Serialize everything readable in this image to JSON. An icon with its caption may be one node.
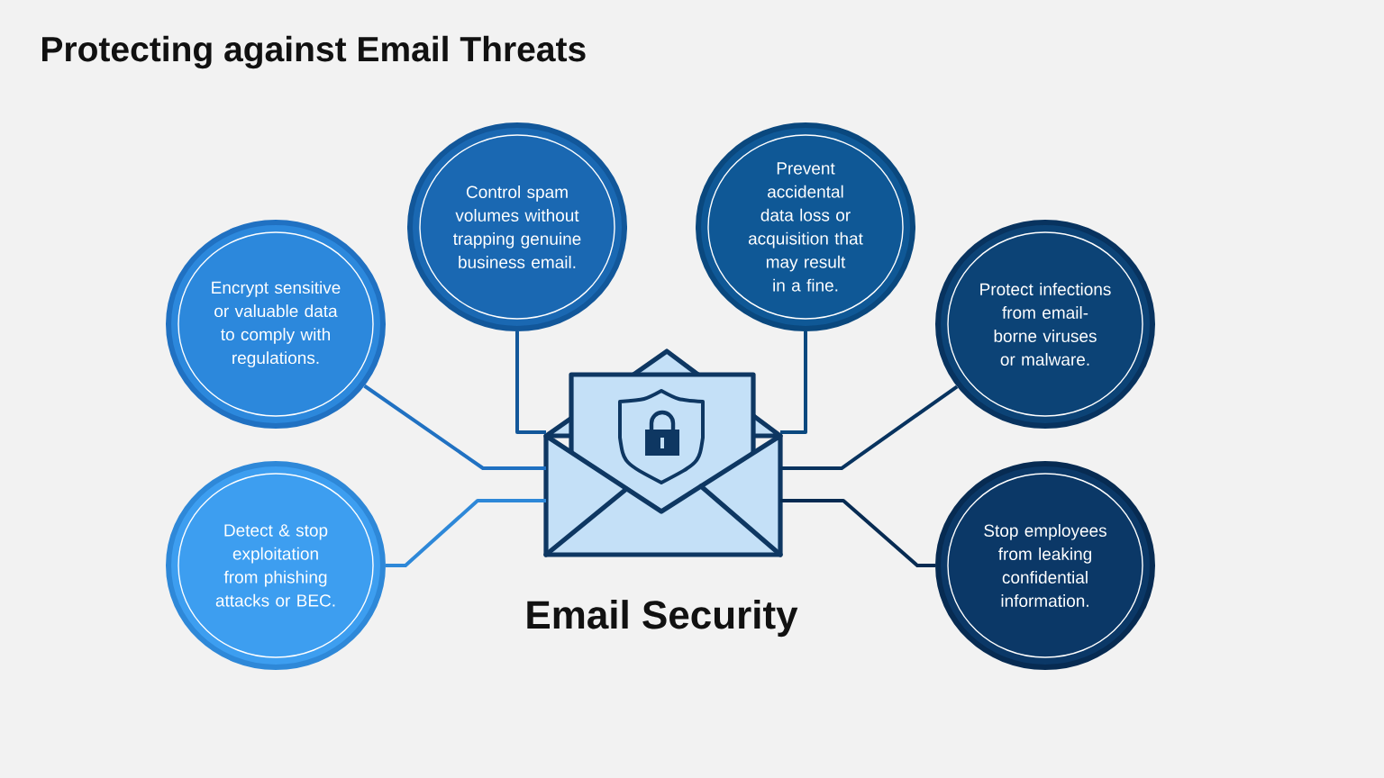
{
  "diagram": {
    "title": "Protecting against Email Threats",
    "nodes": [
      {
        "text": [
          "Control spam volumes without trapping genuine business email."
        ]
      },
      {
        "text": [
          "Prevent accidental data loss or acquisition that may result in a fine."
        ]
      },
      {
        "text": [
          "Encrypt sensitive or valuable data to comply with regulations."
        ]
      },
      {
        "text": [
          "Protect infections from email-borne viruses or malware."
        ]
      },
      {
        "text": [],
        "shape": "picture",
        "beside": [
          "Email Security"
        ]
      },
      {
        "text": [
          "Detect & stop exploitation from phishing attacks or BEC."
        ]
      },
      {
        "text": [
          "Stop employees from leaking confidential information."
        ]
      }
    ],
    "edges": [
      {
        "from": 0,
        "to": 4,
        "arrow": "none",
        "color": "#12579a"
      },
      {
        "from": 1,
        "to": 4,
        "arrow": "none",
        "color": "#0a487e"
      },
      {
        "from": 2,
        "to": 4,
        "arrow": "none",
        "color": "#2071c2"
      },
      {
        "from": 3,
        "to": 4,
        "arrow": "none",
        "color": "#08335f"
      },
      {
        "from": 5,
        "to": 4,
        "arrow": "none",
        "color": "#2e88d8"
      },
      {
        "from": 6,
        "to": 4,
        "arrow": "none",
        "color": "#072b52"
      }
    ]
  }
}
